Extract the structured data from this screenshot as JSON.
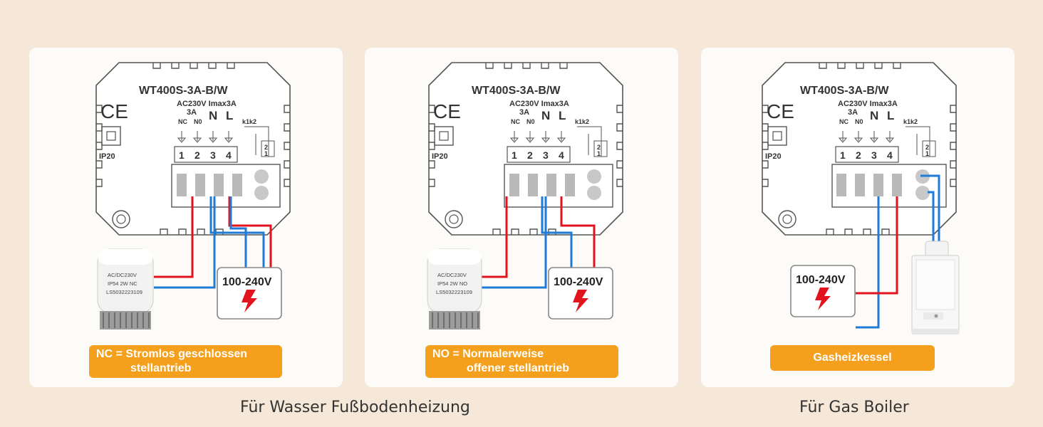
{
  "device": {
    "model": "WT400S-3A-B/W",
    "rating": "AC230V Imax3A",
    "ce_mark": "CE",
    "ip_rating": "IP20",
    "terminal_current": "3A",
    "label_nc": "NC",
    "label_no": "N0",
    "label_n": "N",
    "label_l": "L",
    "tilde": "~",
    "label_k1k2": "k1k2",
    "terminal_numbers": [
      "1",
      "2",
      "3",
      "4"
    ],
    "relay_numbers": [
      "1",
      "2"
    ]
  },
  "power_supply_label": "100-240V",
  "actuator_nc": {
    "line1": "AC/DC230V",
    "line2": "IP54  2W NC",
    "line3": "LS5032223109"
  },
  "actuator_no": {
    "line1": "AC/DC230V",
    "line2": "IP54  2W NO",
    "line3": "LS5032223109"
  },
  "panels": [
    {
      "banner_line1": "NC = Stromlos geschlossen",
      "banner_line2": "stellantrieb"
    },
    {
      "banner_line1": "NO = Normalerweise",
      "banner_line2": "offener stellantrieb"
    },
    {
      "banner": "Gasheizkessel"
    }
  ],
  "footer": {
    "left": "Für Wasser Fußbodenheizung",
    "right": "Für Gas Boiler"
  },
  "colors": {
    "background": "#f5e8d8",
    "card": "#fdfbf8",
    "banner": "#f4a01c",
    "wire_red": "#e3131d",
    "wire_blue": "#1f7bd6",
    "bolt": "#e3131d"
  }
}
